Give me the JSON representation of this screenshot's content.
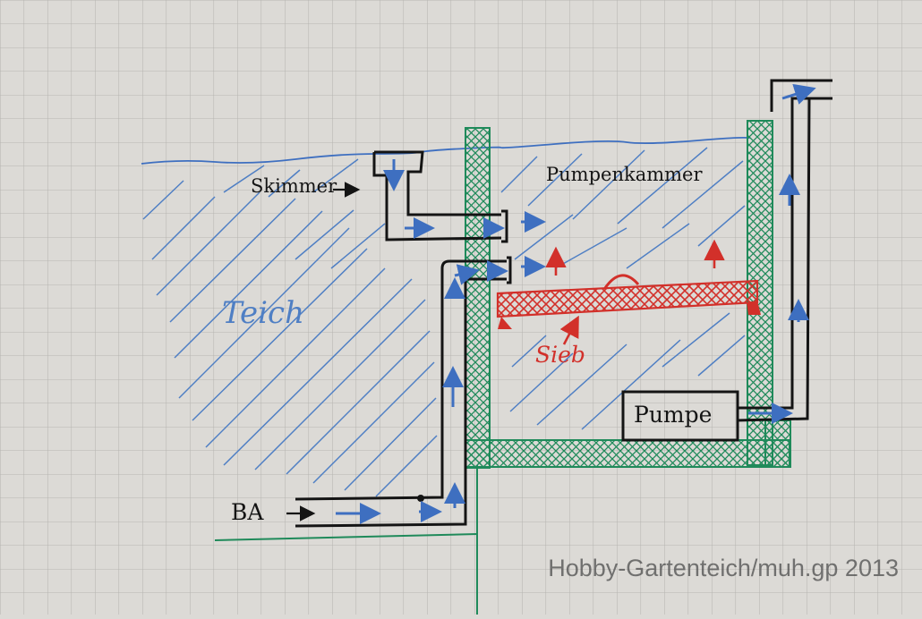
{
  "labels": {
    "skimmer": "Skimmer",
    "pump_chamber": "Pumpenkammer",
    "pond": "Teich",
    "filter_screen": "Sieb",
    "pump": "Pumpe",
    "bottom_drain": "BA"
  },
  "watermark": "Hobby-Gartenteich/muh.gp 2013",
  "colors": {
    "paper": "#dcdad6",
    "grid": "#b9b7b4",
    "ink_black": "#141414",
    "ink_blue": "#3e6fc0",
    "ink_green": "#1f8a5a",
    "ink_red": "#d2302a"
  }
}
